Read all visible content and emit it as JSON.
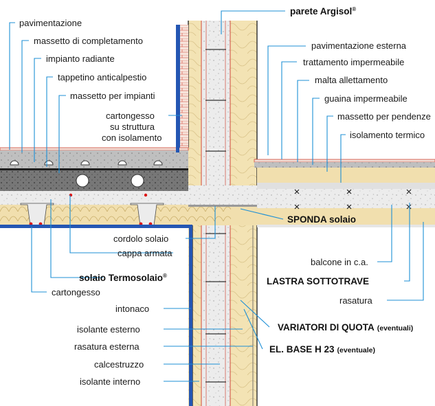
{
  "colors": {
    "accent": "#1c8fd6",
    "insulation": "#f1dfae",
    "brick": "#d24a3a",
    "screed": "#c9c9c9",
    "plaster_dark": "#3a3a3a",
    "drywall_blue": "#2456b3"
  },
  "labels": {
    "pavimentazione": "pavimentazione",
    "massetto_completamento": "massetto di completamento",
    "impianto_radiante": "impianto radiante",
    "tappetino": "tappetino anticalpestio",
    "massetto_impianti": "massetto per impianti",
    "cartongesso_struttura_1": "cartongesso",
    "cartongesso_struttura_2": "su struttura",
    "cartongesso_struttura_3": "con isolamento",
    "parete": "parete Argisol",
    "parete_reg": "®",
    "pav_esterna": "pavimentazione esterna",
    "tratt_impermeabile": "trattamento impermeabile",
    "malta": "malta allettamento",
    "guaina": "guaina impermeabile",
    "massetto_pendenze": "massetto per pendenze",
    "isolamento_termico": "isolamento termico",
    "sponda": "SPONDA solaio",
    "cordolo": "cordolo solaio",
    "cappa": "cappa armata",
    "solaio": "solaio Termosolaio",
    "solaio_reg": "®",
    "cartongesso": "cartongesso",
    "balcone": "balcone in c.a.",
    "lastra": "LASTRA SOTTOTRAVE",
    "rasatura": "rasatura",
    "intonaco": "intonaco",
    "isolante_esterno": "isolante esterno",
    "rasatura_esterna": "rasatura esterna",
    "calcestruzzo": "calcestruzzo",
    "isolante_interno": "isolante interno",
    "variatori": "VARIATORI DI QUOTA",
    "variatori_note": "(eventuali)",
    "el_base": "EL. BASE H 23",
    "el_base_note": "(eventuale)"
  }
}
